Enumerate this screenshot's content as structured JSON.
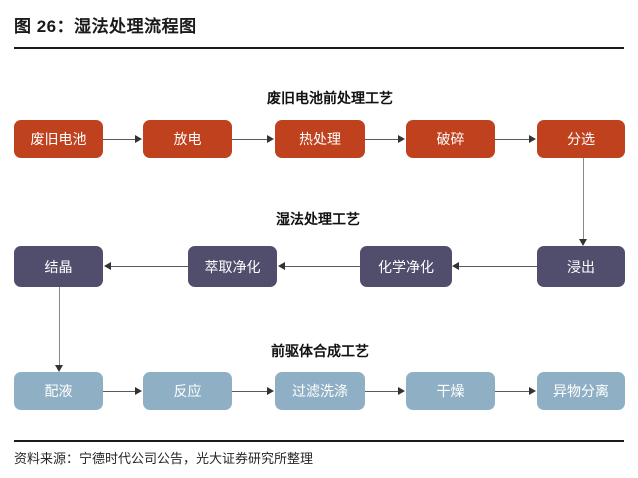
{
  "figure": {
    "title": "图 26：湿法处理流程图",
    "source_note": "资料来源：宁德时代公司公告，光大证券研究所整理"
  },
  "colors": {
    "stage_pretreatment": "#C0411E",
    "stage_hydrometallurgy": "#504D6D",
    "stage_precursor": "#8FB0C4",
    "connector": "#5A5A5A",
    "rule": "#1A1A1A",
    "text_on_node": "#FFFFFF"
  },
  "diagram": {
    "type": "flowchart",
    "sections": [
      {
        "id": "pretreatment",
        "header": "废旧电池前处理工艺",
        "direction": "left-to-right",
        "nodes": [
          {
            "label": "废旧电池"
          },
          {
            "label": "放电"
          },
          {
            "label": "热处理"
          },
          {
            "label": "破碎"
          },
          {
            "label": "分选"
          }
        ]
      },
      {
        "id": "hydrometallurgy",
        "header": "湿法处理工艺",
        "direction": "right-to-left",
        "nodes": [
          {
            "label": "结晶"
          },
          {
            "label": "萃取净化"
          },
          {
            "label": "化学净化"
          },
          {
            "label": "浸出"
          }
        ]
      },
      {
        "id": "precursor",
        "header": "前驱体合成工艺",
        "direction": "left-to-right",
        "nodes": [
          {
            "label": "配液"
          },
          {
            "label": "反应"
          },
          {
            "label": "过滤洗涤"
          },
          {
            "label": "干燥"
          },
          {
            "label": "异物分离"
          }
        ]
      }
    ],
    "cross_section_links": [
      {
        "from": "分选",
        "to": "浸出",
        "orientation": "vertical-down"
      },
      {
        "from": "结晶",
        "to": "配液",
        "orientation": "vertical-down"
      }
    ]
  }
}
